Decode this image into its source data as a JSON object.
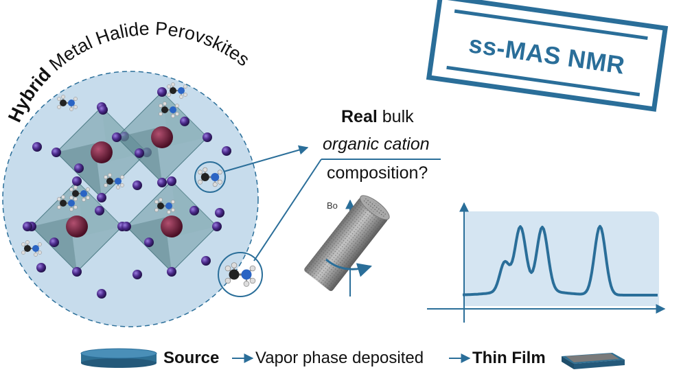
{
  "title": {
    "bold": "Hybrid",
    "rest": " Metal Halide Perovskites"
  },
  "stamp": {
    "label": "ss-MAS NMR"
  },
  "question": {
    "bold": "Real",
    "line1_rest": " bulk",
    "line2": "organic cation",
    "line3": "composition?"
  },
  "field_label": "Bo",
  "process": {
    "source": "Source",
    "deposited": "Vapor phase deposited",
    "film": "Thin Film"
  },
  "colors": {
    "accent": "#2a6e99",
    "sphere": "#c7dcec",
    "panel": "#d5e5f2",
    "iodide": "#4b2a8a",
    "octahedron": "#6f9aa4",
    "lead": "#7a2240"
  },
  "icons": [
    "perovskite-crystal-icon",
    "mas-rotor-icon",
    "nmr-spectrum-icon",
    "source-disk-icon",
    "thin-film-icon"
  ]
}
